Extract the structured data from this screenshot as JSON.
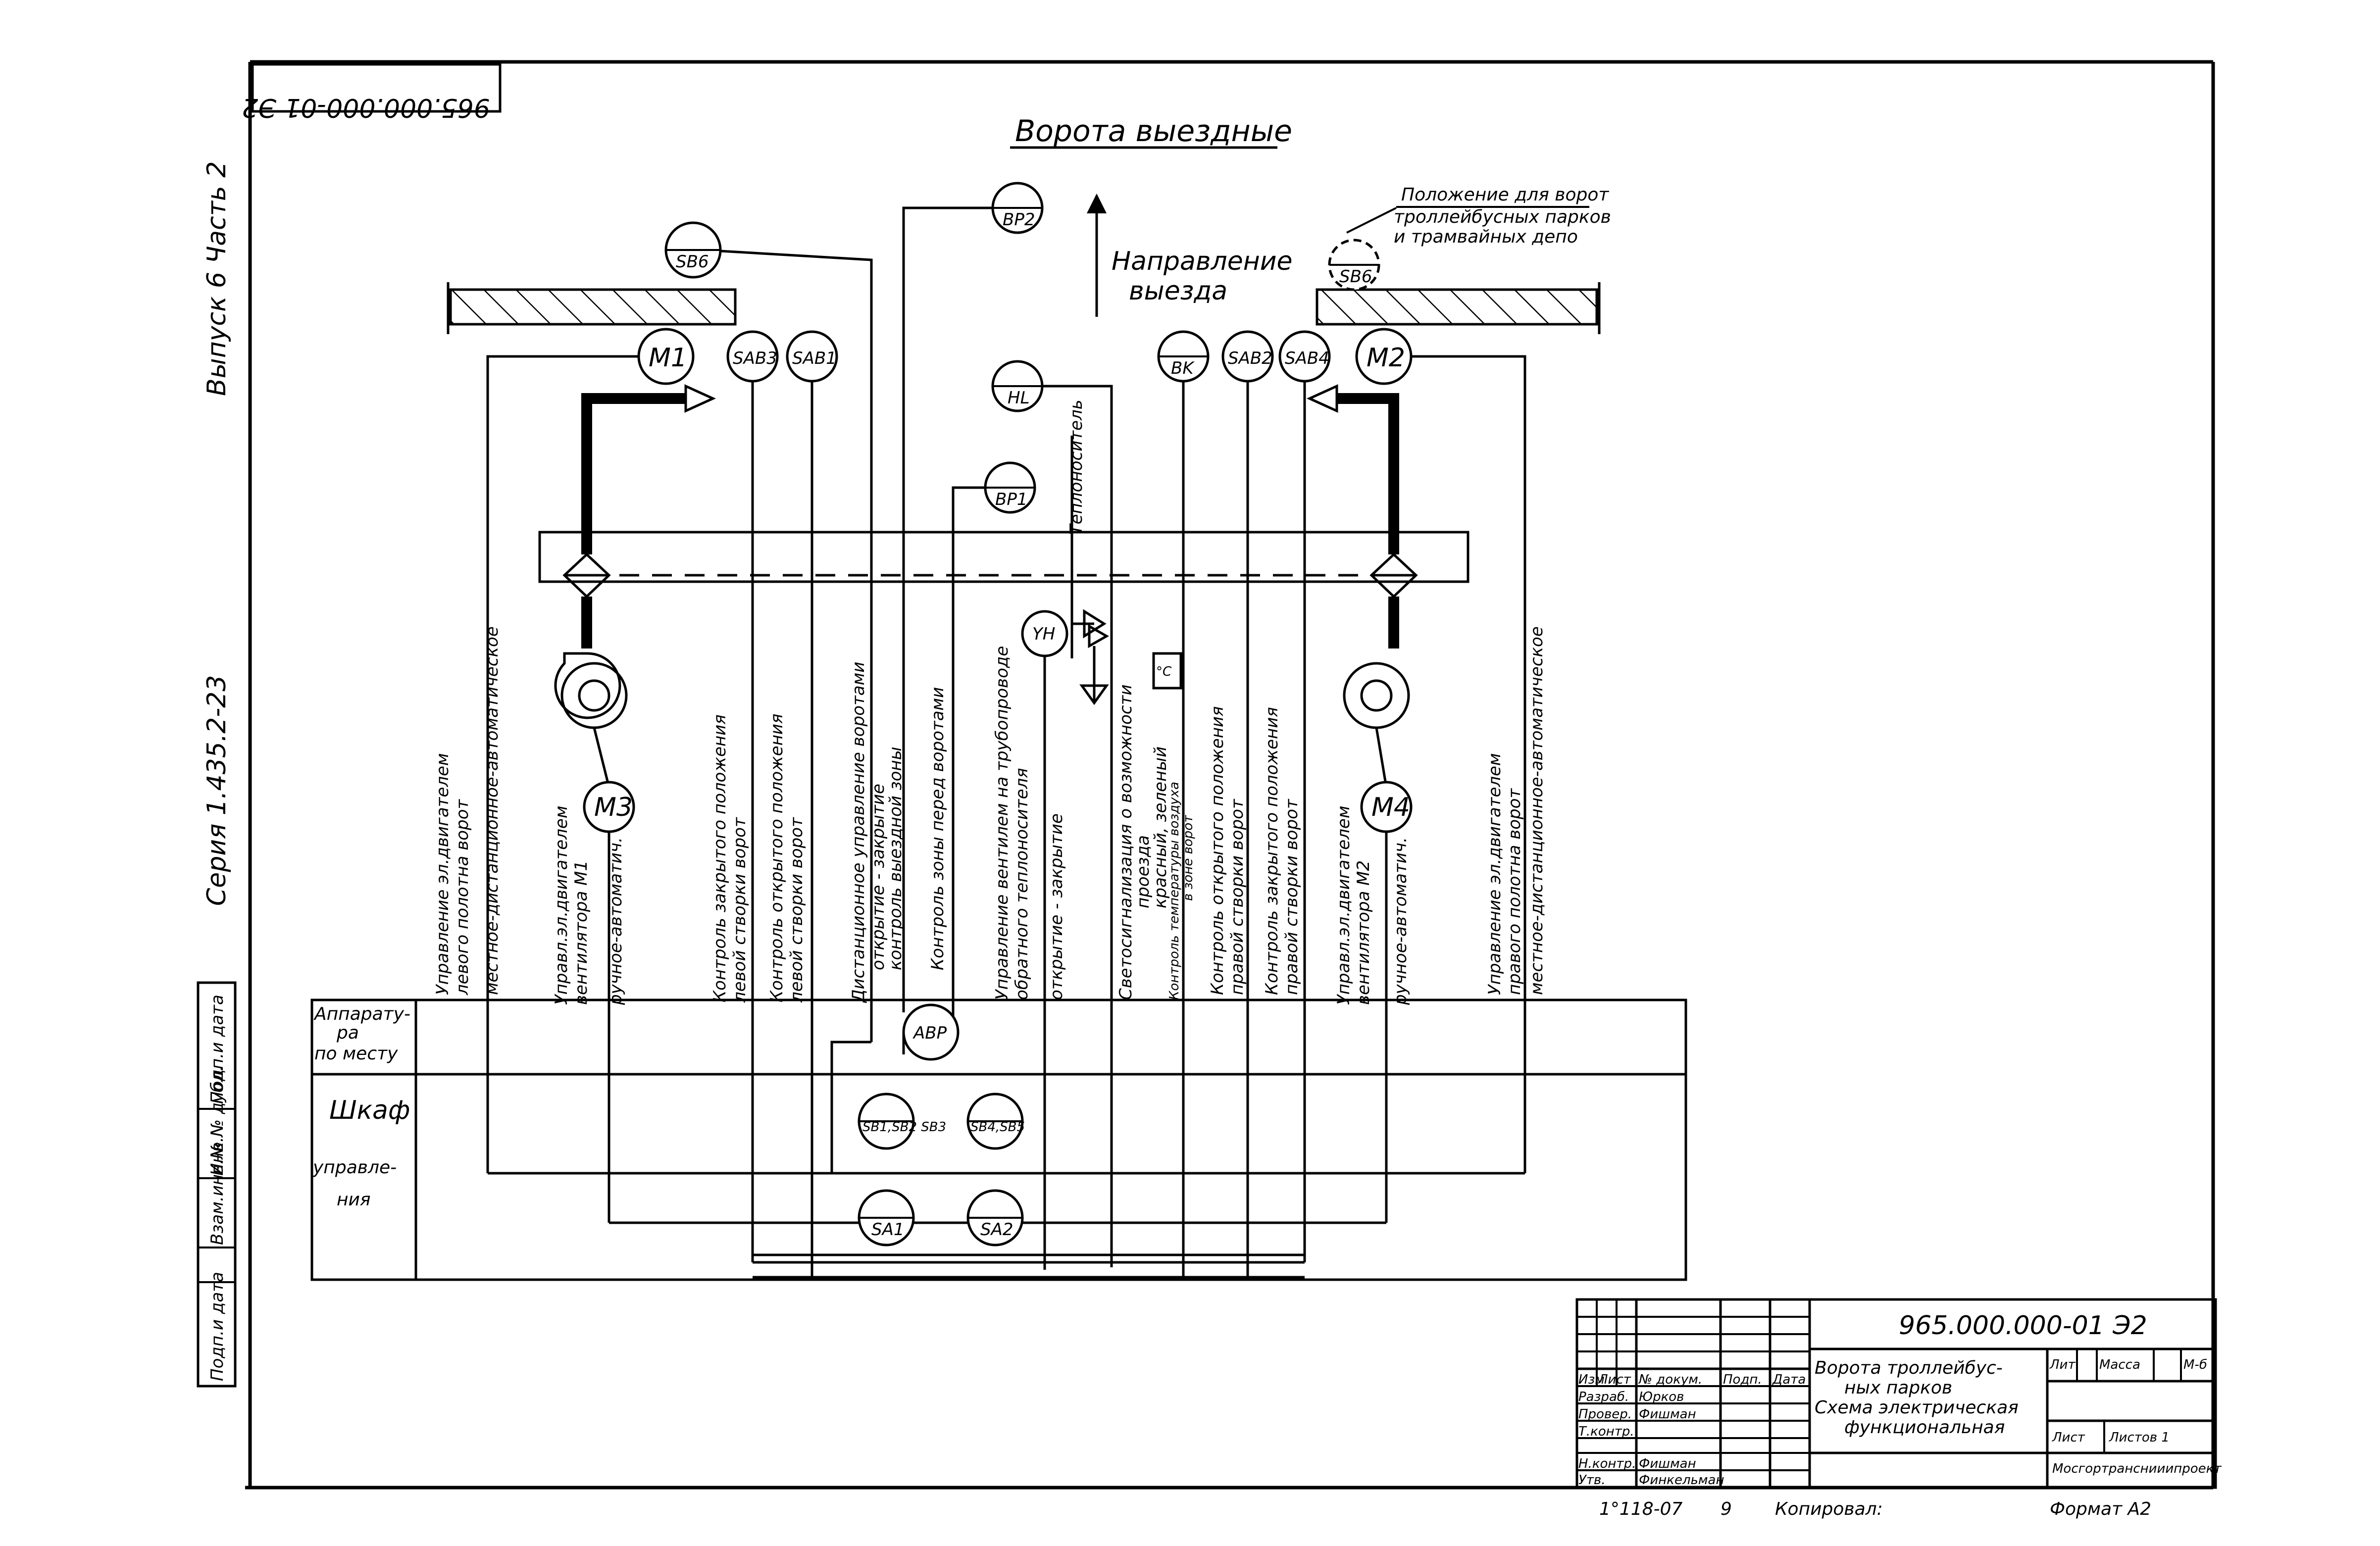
{
  "header": {
    "doc_code_rotated": "965.000.000-01 Э2",
    "title": "Ворота выездные",
    "side_left_top": "Выпуск 6 Часть 2",
    "side_left_mid": "Серия 1.435.2-23"
  },
  "annotations": {
    "direction_line1": "Направление",
    "direction_line2": "выезда",
    "position_note_line1": "Положение для ворот",
    "position_note_line2": "троллейбусных парков",
    "position_note_line3": "и трамвайных депо",
    "heat_carrier": "Теплоноситель"
  },
  "instruments": {
    "sb6_left": "SB6",
    "sb6_right": "SB6",
    "bp2": "BP2",
    "m1": "M1",
    "m2": "M2",
    "sab3": "SAB3",
    "sab1": "SAB1",
    "bk": "BK",
    "sab2": "SAB2",
    "sab4": "SAB4",
    "hl": "HL",
    "bp1": "BP1",
    "m3": "M3",
    "m4": "M4",
    "yh": "YH",
    "avr": "АВР",
    "sb1": "SB1,SB2 SB3",
    "sb4": "SB4,SB5",
    "sa1": "SA1",
    "sa2": "SA2",
    "temp_box": "°C"
  },
  "vertical_labels": [
    {
      "line1": "Управление эл.двигателем",
      "line2": "левого полотна ворот"
    },
    {
      "line1": "местное-дистанционное-автоматическое",
      "line2": ""
    },
    {
      "line1": "Управл.эл.двигателем",
      "line2": "вентилятора М1"
    },
    {
      "line1": "ручное-автоматич.",
      "line2": ""
    },
    {
      "line1": "Контроль закрытого положения",
      "line2": "левой створки ворот"
    },
    {
      "line1": "Контроль открытого положения",
      "line2": "левой створки ворот"
    },
    {
      "line1": "Дистанционное управление воротами",
      "line2": "открытие - закрытие"
    },
    {
      "line1": "контроль выездной зоны",
      "line2": ""
    },
    {
      "line1": "Контроль зоны перед воротами",
      "line2": ""
    },
    {
      "line1": "Управление вентилем на трубопроводе",
      "line2": "обратного теплоносителя"
    },
    {
      "line1": "открытие - закрытие",
      "line2": ""
    },
    {
      "line1": "Светосигнализация о возможности",
      "line2": "проезда"
    },
    {
      "line1": "красный, зеленый",
      "line2": ""
    },
    {
      "line1": "Контроль температуры воздуха",
      "line2": "в зоне ворот"
    },
    {
      "line1": "Контроль открытого положения",
      "line2": "правой створки ворот"
    },
    {
      "line1": "Контроль закрытого положения",
      "line2": "правой створки ворот"
    },
    {
      "line1": "Управл.эл.двигателем",
      "line2": "вентилятора М2"
    },
    {
      "line1": "ручное-автоматич.",
      "line2": ""
    },
    {
      "line1": "Управление эл.двигателем",
      "line2": "правого полотна ворот"
    },
    {
      "line1": "местное-дистанционное-автоматическое",
      "line2": ""
    }
  ],
  "table": {
    "row1_line1": "Аппарату-",
    "row1_line2": "ра",
    "row1_line3": "по месту",
    "row2_line1": "Шкаф",
    "row2_line2": "управле-",
    "row2_line3": "ния"
  },
  "left_strip": {
    "label1": "Подп.и дата",
    "label2": "Взам.инв.№",
    "label3": "Инв.№ дубл.",
    "label4": "Подп.и дата",
    "label5": "Инв.№ подл."
  },
  "title_block": {
    "doc_code": "965.000.000-01 Э2",
    "name_line1": "Ворота троллейбус-",
    "name_line2": "ных парков",
    "name_line3": "Схема электрическая",
    "name_line4": "функциональная",
    "col_izm": "Изм",
    "col_list": "Лист",
    "col_ndoc": "№ докум.",
    "col_podp": "Подп.",
    "col_data": "Дата",
    "row_razrab": "Разраб.",
    "row_prover": "Провер.",
    "row_tkontr": "Т.контр.",
    "row_nkontr": "Н.контр.",
    "row_utv": "Утв.",
    "name_razrab": "Юрков",
    "name_prover": "Фишман",
    "name_nkontr": "Фишман",
    "name_utv": "Финкельман",
    "lit": "Лит",
    "massa": "Масса",
    "masshtab": "М-б",
    "sheet": "Лист",
    "sheets": "Листов 1",
    "org": "Мосгортранснииипроект",
    "bottom_num": "1°118-07",
    "bottom_n": "9",
    "copied": "Копировал:",
    "format": "Формат А2"
  }
}
